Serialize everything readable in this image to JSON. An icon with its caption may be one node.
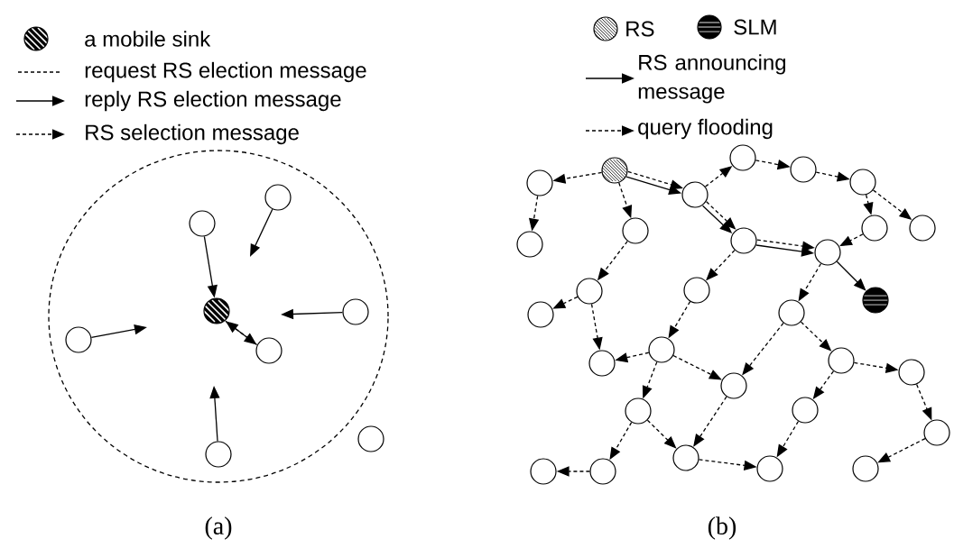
{
  "diagram": {
    "nodes": [
      {
        "text": [],
        "shape": "circle"
      },
      {
        "text": [],
        "shape": "circle"
      },
      {
        "text": [],
        "shape": "circle"
      },
      {
        "text": [],
        "shape": "circle"
      },
      {
        "text": [],
        "shape": "circle"
      },
      {
        "text": [],
        "shape": "circle"
      },
      {
        "text": [],
        "shape": "circle"
      },
      {
        "text": [],
        "shape": "circle"
      },
      {
        "text": [],
        "shape": "circle"
      },
      {
        "text": [],
        "shape": "circle"
      },
      {
        "text": [],
        "shape": "circle"
      },
      {
        "text": [],
        "shape": "circle"
      },
      {
        "text": [],
        "shape": "circle"
      },
      {
        "text": [],
        "shape": "circle"
      },
      {
        "text": [],
        "shape": "circle"
      },
      {
        "text": [],
        "shape": "circle"
      },
      {
        "text": [],
        "shape": "circle"
      },
      {
        "text": [],
        "shape": "circle"
      },
      {
        "text": [],
        "shape": "circle"
      },
      {
        "text": [],
        "shape": "circle"
      },
      {
        "text": [],
        "shape": "circle"
      },
      {
        "text": [],
        "shape": "circle"
      },
      {
        "text": [],
        "shape": "circle"
      },
      {
        "text": [],
        "shape": "circle"
      },
      {
        "text": [],
        "shape": "circle"
      },
      {
        "text": [],
        "shape": "circle"
      },
      {
        "text": [],
        "shape": "circle"
      },
      {
        "text": [],
        "shape": "circle"
      },
      {
        "text": [],
        "shape": "circle"
      },
      {
        "text": [],
        "shape": "circle"
      },
      {
        "text": [],
        "shape": "circle"
      },
      {
        "text": [],
        "shape": "circle"
      },
      {
        "text": [],
        "shape": "circle"
      },
      {
        "text": [],
        "shape": "circle"
      },
      {
        "text": [],
        "shape": "circle"
      },
      {
        "text": [],
        "shape": "circle"
      },
      {
        "text": [],
        "shape": "circle"
      },
      {
        "text": [],
        "shape": "circle"
      }
    ],
    "edges": [
      {
        "from": 1,
        "to": 0,
        "arrow": "to"
      },
      {
        "from": 2,
        "to": null,
        "arrow": "to"
      },
      {
        "from": 3,
        "to": null,
        "arrow": "to"
      },
      {
        "from": 4,
        "to": null,
        "arrow": "to"
      },
      {
        "from": 5,
        "to": 0,
        "arrow": "to"
      },
      {
        "from": 0,
        "to": 5,
        "arrow": "to",
        "style": "dashed"
      },
      {
        "from": 6,
        "to": null,
        "arrow": "to"
      },
      {
        "from": 8,
        "to": 9,
        "arrow": "to",
        "style": "dashed"
      },
      {
        "from": 9,
        "to": 10,
        "arrow": "to",
        "style": "dashed"
      },
      {
        "from": 8,
        "to": 11,
        "arrow": "to",
        "style": "dashed"
      },
      {
        "from": 8,
        "to": 12,
        "arrow": "to",
        "style": "dashed"
      },
      {
        "from": 8,
        "to": 12,
        "arrow": "to"
      },
      {
        "from": 12,
        "to": 13,
        "arrow": "to",
        "style": "dashed"
      },
      {
        "from": 13,
        "to": 14,
        "arrow": "to",
        "style": "dashed"
      },
      {
        "from": 14,
        "to": 15,
        "arrow": "to",
        "style": "dashed"
      },
      {
        "from": 15,
        "to": 17,
        "arrow": "to",
        "style": "dashed"
      },
      {
        "from": 15,
        "to": 16,
        "arrow": "to",
        "style": "dashed"
      },
      {
        "from": 17,
        "to": 19,
        "arrow": "to",
        "style": "dashed"
      },
      {
        "from": 12,
        "to": 18,
        "arrow": "to",
        "style": "dashed"
      },
      {
        "from": 12,
        "to": 18,
        "arrow": "to"
      },
      {
        "from": 18,
        "to": 19,
        "arrow": "to",
        "style": "dashed"
      },
      {
        "from": 18,
        "to": 19,
        "arrow": "to"
      },
      {
        "from": 19,
        "to": 20,
        "arrow": "to"
      },
      {
        "from": 11,
        "to": 21,
        "arrow": "to",
        "style": "dashed"
      },
      {
        "from": 21,
        "to": 22,
        "arrow": "to",
        "style": "dashed"
      },
      {
        "from": 21,
        "to": 25,
        "arrow": "to",
        "style": "dashed"
      },
      {
        "from": 18,
        "to": 23,
        "arrow": "to",
        "style": "dashed"
      },
      {
        "from": 23,
        "to": 26,
        "arrow": "to",
        "style": "dashed"
      },
      {
        "from": 19,
        "to": 24,
        "arrow": "to",
        "style": "dashed"
      },
      {
        "from": 26,
        "to": 25,
        "arrow": "to",
        "style": "dashed"
      },
      {
        "from": 26,
        "to": 27,
        "arrow": "to",
        "style": "dashed"
      },
      {
        "from": 26,
        "to": 30,
        "arrow": "to",
        "style": "dashed"
      },
      {
        "from": 24,
        "to": 27,
        "arrow": "to",
        "style": "dashed"
      },
      {
        "from": 24,
        "to": 28,
        "arrow": "to",
        "style": "dashed"
      },
      {
        "from": 28,
        "to": 29,
        "arrow": "to",
        "style": "dashed"
      },
      {
        "from": 28,
        "to": 31,
        "arrow": "to",
        "style": "dashed"
      },
      {
        "from": 29,
        "to": 33,
        "arrow": "to",
        "style": "dashed"
      },
      {
        "from": 30,
        "to": 35,
        "arrow": "to",
        "style": "dashed"
      },
      {
        "from": 30,
        "to": 32,
        "arrow": "to",
        "style": "dashed"
      },
      {
        "from": 27,
        "to": 32,
        "arrow": "to",
        "style": "dashed"
      },
      {
        "from": 35,
        "to": 34,
        "arrow": "to",
        "style": "dashed"
      },
      {
        "from": 32,
        "to": 36,
        "arrow": "to",
        "style": "dashed"
      },
      {
        "from": 31,
        "to": 36,
        "arrow": "to",
        "style": "dashed"
      },
      {
        "from": 33,
        "to": 37,
        "arrow": "to",
        "style": "dashed"
      }
    ],
    "labels": [
      "(a)",
      "(b)"
    ],
    "legend": [
      {
        "text": "a mobile sink"
      },
      {
        "text": "request RS election message"
      },
      {
        "text": "reply RS election message"
      },
      {
        "text": "RS selection message"
      },
      {
        "text": "RS"
      },
      {
        "text": "SLM"
      },
      {
        "text": "RS announcing message"
      },
      {
        "text": "query flooding"
      }
    ]
  }
}
